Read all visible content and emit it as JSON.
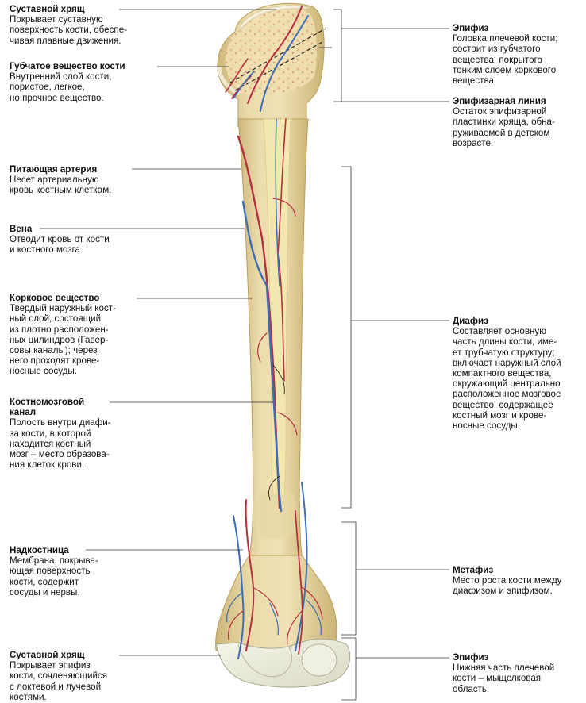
{
  "left_labels": [
    {
      "title": "Суставной хрящ",
      "text": "Покрывает суставную\nповерхность кости, обеспе-\nчивая плавные движения."
    },
    {
      "title": "Губчатое вещество кости",
      "text": "Внутренний слой кости,\nпористое, легкое,\nно прочное вещество."
    },
    {
      "title": "Питающая артерия",
      "text": "Несет артериальную\nкровь костным клеткам."
    },
    {
      "title": "Вена",
      "text": "Отводит кровь от кости\nи костного мозга."
    },
    {
      "title": "Корковое вещество",
      "text": "Твердый наружный кост-\nный слой, состоящий\nиз плотно расположен-\nных цилиндров (Гавер-\nсовы каналы); через\nнего проходят крове-\nносные сосуды."
    },
    {
      "title": "Костномозговой\nканал",
      "text": "Полость внутри диафи-\nза кости, в которой\nнаходится костный\nмозг – место образова-\nния клеток крови."
    },
    {
      "title": "Надкостница",
      "text": "Мембрана, покрыва-\nющая поверхность\nкости, содержит\nсосуды и нервы."
    },
    {
      "title": "Суставной хрящ",
      "text": "Покрывает эпифиз\nкости, сочленяющийся\nс локтевой и лучевой\nкостями."
    }
  ],
  "right_labels": [
    {
      "title": "Эпифиз",
      "text": "Головка плечевой кости;\nсостоит из губчатого\nвещества, покрытого\nтонким слоем коркового\nвещества."
    },
    {
      "title": "Эпифизарная линия",
      "text": "Остаток эпифизарной\nпластинки хряща, обна-\nруживаемой в детском\nвозрасте."
    },
    {
      "title": "Диафиз",
      "text": "Составляет основную\nчасть длины кости, име-\nет трубчатую структуру;\nвключает наружный слой\nкомпактного вещества,\nокружающий центрально\nрасположенное мозговое\nвещество, содержащее\nкостный мозг и крове-\nносные сосуды."
    },
    {
      "title": "Метафиз",
      "text": "Место роста кости между\nдиафизом и эпифизом."
    },
    {
      "title": "Эпифиз",
      "text": "Нижняя часть плечевой\nкости – мыщелковая\nобласть."
    }
  ],
  "colors": {
    "bone": "#e9d9a6",
    "bone_shadow": "#d2bd7f",
    "cartilage": "#eeeedd",
    "marrow": "#f4ebb8",
    "artery": "#b5303f",
    "vein": "#3d6eb5",
    "leader_line": "#333333"
  }
}
